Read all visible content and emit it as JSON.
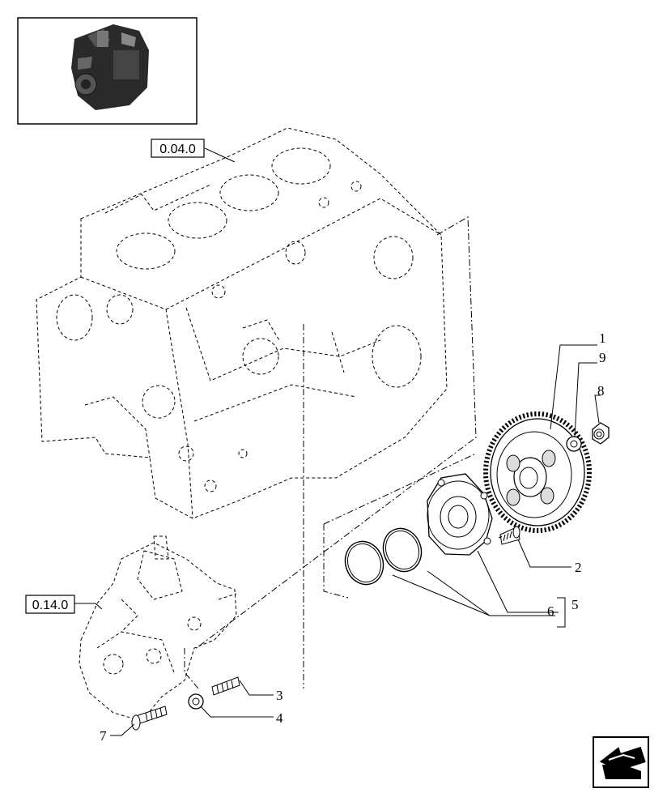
{
  "references": [
    {
      "label": "0.04.0"
    },
    {
      "label": "0.14.0"
    }
  ],
  "callouts": [
    "1",
    "9",
    "8",
    "2",
    "5",
    "6",
    "3",
    "4",
    "7"
  ],
  "icons": {
    "thumbnail": "engine-thumbnail-icon",
    "navigation": "back-arrow-icon"
  },
  "colors": {
    "line": "#000000",
    "background": "#ffffff"
  }
}
